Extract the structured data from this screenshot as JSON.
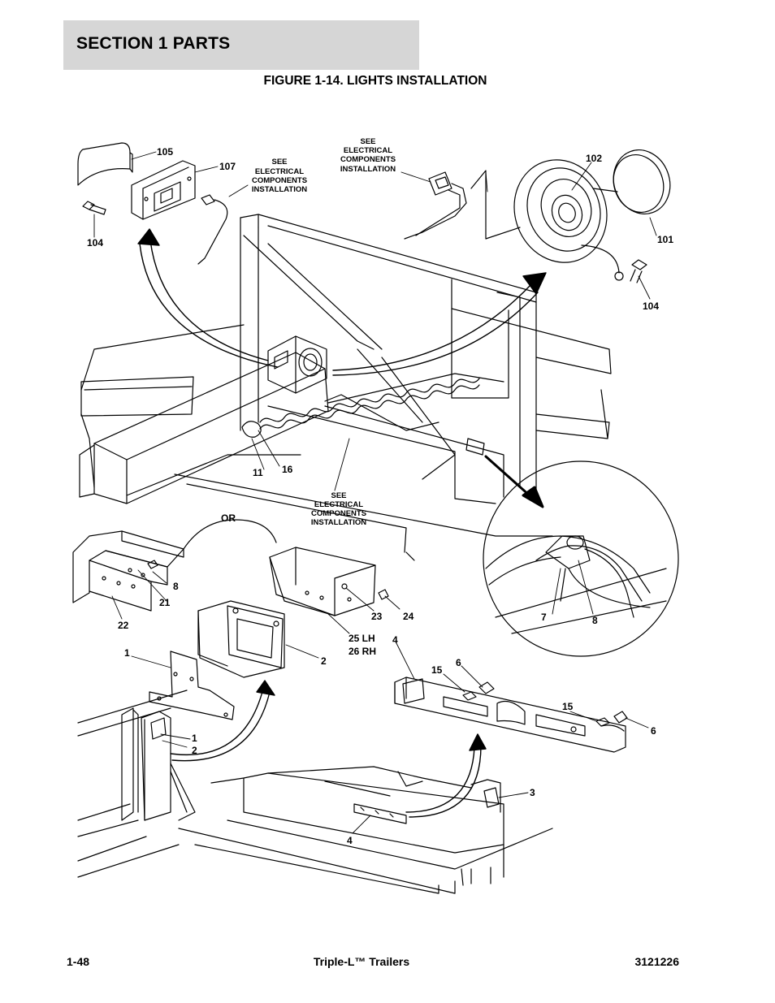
{
  "header": {
    "section_title": "SECTION 1  PARTS"
  },
  "figure": {
    "title": "FIGURE 1-14. LIGHTS INSTALLATION"
  },
  "callouts": {
    "c105": "105",
    "c107": "107",
    "c104a": "104",
    "c102": "102",
    "c101": "101",
    "c104b": "104",
    "c11": "11",
    "c16": "16",
    "c8a": "8",
    "c21": "21",
    "c22": "22",
    "c23": "23",
    "c24": "24",
    "c25": "25 LH",
    "c26": "26 RH",
    "c1a": "1",
    "c2a": "2",
    "c1b": "1",
    "c2b": "2",
    "c4a": "4",
    "c15a": "15",
    "c6a": "6",
    "c15b": "15",
    "c6b": "6",
    "c3": "3",
    "c4b": "4",
    "c7": "7",
    "c8b": "8",
    "or": "OR"
  },
  "notes": {
    "see_electrical_1": [
      "SEE",
      "ELECTRICAL",
      "COMPONENTS",
      "INSTALLATION"
    ],
    "see_electrical_2": [
      "SEE",
      "ELECTRICAL",
      "COMPONENTS",
      "INSTALLATION"
    ],
    "see_electrical_3": [
      "SEE",
      "ELECTRICAL",
      "COMPONENTS",
      "INSTALLATION"
    ]
  },
  "footer": {
    "page_number": "1-48",
    "product": "Triple-L™ Trailers",
    "doc_number": "3121226"
  }
}
